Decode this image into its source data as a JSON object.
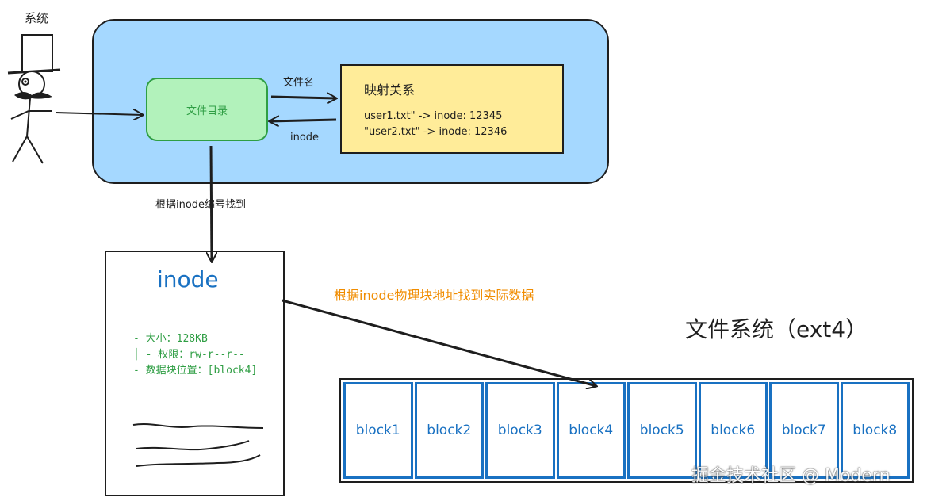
{
  "actor": {
    "label": "系统"
  },
  "directory_box": {
    "label": "文件目录"
  },
  "mapping_box": {
    "title": "映射关系",
    "lines": [
      "user1.txt\" -> inode: 12345",
      "\"user2.txt\" -> inode: 12346"
    ]
  },
  "arrow_labels": {
    "filename": "文件名",
    "inode": "inode",
    "lookup": "根据inode编号找到",
    "physical": "根据inode物理块地址找到实际数据"
  },
  "inode_box": {
    "title": "inode",
    "lines": [
      "- 大小：128KB",
      "│ - 权限：rw-r--r--",
      "- 数据块位置：[block4]"
    ]
  },
  "filesystem": {
    "title": "文件系统（ext4）",
    "blocks": [
      "block1",
      "block2",
      "block3",
      "block4",
      "block5",
      "block6",
      "block7",
      "block8"
    ]
  },
  "watermark": "掘金技术社区 @ Modern",
  "colors": {
    "blue_fill": "#a5d8ff",
    "green_fill": "#b2f2bb",
    "green_text": "#2f9e44",
    "yellow_fill": "#ffec99",
    "blue_text": "#1971c2",
    "orange_text": "#f08c00"
  }
}
